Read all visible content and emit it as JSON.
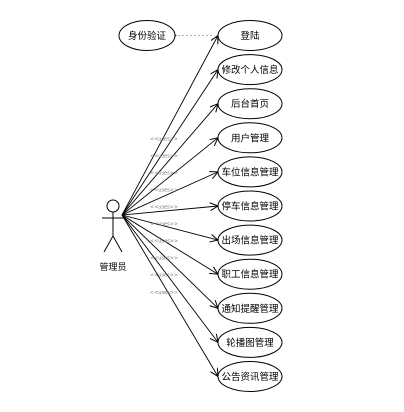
{
  "actor": {
    "label": "管理员"
  },
  "identity": {
    "label": "身份验证"
  },
  "stereotype": "<<uses>>",
  "use_cases": [
    {
      "id": "login",
      "label": "登陆"
    },
    {
      "id": "edit-profile",
      "label": "修改个人信息"
    },
    {
      "id": "admin-home",
      "label": "后台首页"
    },
    {
      "id": "user-mgmt",
      "label": "用户管理"
    },
    {
      "id": "parking-spot-mgmt",
      "label": "车位信息管理"
    },
    {
      "id": "parking-info-mgmt",
      "label": "停车信息管理"
    },
    {
      "id": "exit-info-mgmt",
      "label": "出场信息管理"
    },
    {
      "id": "staff-info-mgmt",
      "label": "职工信息管理"
    },
    {
      "id": "notice-mgmt",
      "label": "通知提醒管理"
    },
    {
      "id": "carousel-mgmt",
      "label": "轮播图管理"
    },
    {
      "id": "news-mgmt",
      "label": "公告资讯管理"
    }
  ]
}
